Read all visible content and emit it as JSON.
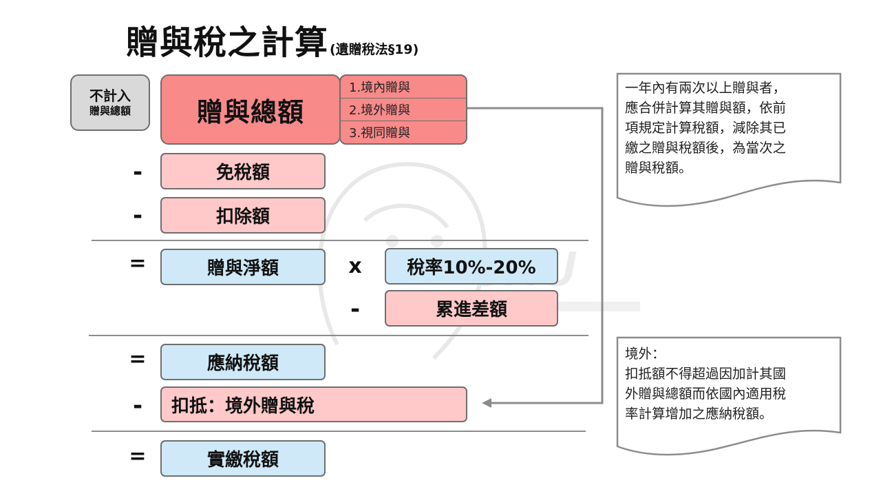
{
  "title": {
    "main": "贈與稅之計算",
    "sub": "(遺贈稅法§19)"
  },
  "exclude_box": {
    "line1": "不計入",
    "line2": "贈與總額"
  },
  "gross_box": "贈與總額",
  "gross_items": [
    "1.境內贈與",
    "2.境外贈與",
    "3.視同贈與"
  ],
  "rows": {
    "exemption": "免稅額",
    "deduction": "扣除額",
    "net": "贈與淨額",
    "rate": "稅率10%-20%",
    "progressive": "累進差額",
    "payable": "應納稅額",
    "credit": "扣抵：境外贈與稅",
    "actual": "實繳稅額"
  },
  "operators": {
    "minus1": "-",
    "minus2": "-",
    "equals1": "=",
    "times": "x",
    "minus3": "-",
    "equals2": "=",
    "minus4": "-",
    "equals3": "="
  },
  "notes": {
    "note1": "一年內有兩次以上贈與者，\n應合併計算其贈與額，依前\n項規定計算稅額，減除其已\n繳之贈與稅額後，為當次之\n贈與稅額。",
    "note2": "境外：\n扣抵額不得超過因加計其國\n外贈與總額而依國內適用稅\n率計算增加之應納稅額。"
  },
  "watermark": "CHU",
  "colors": {
    "red_box": "#f88a8a",
    "pink_box": "#ffc9c9",
    "blue_box": "#cfe9f8",
    "grey_box": "#d9d9d9",
    "border": "#6e6e6e"
  }
}
